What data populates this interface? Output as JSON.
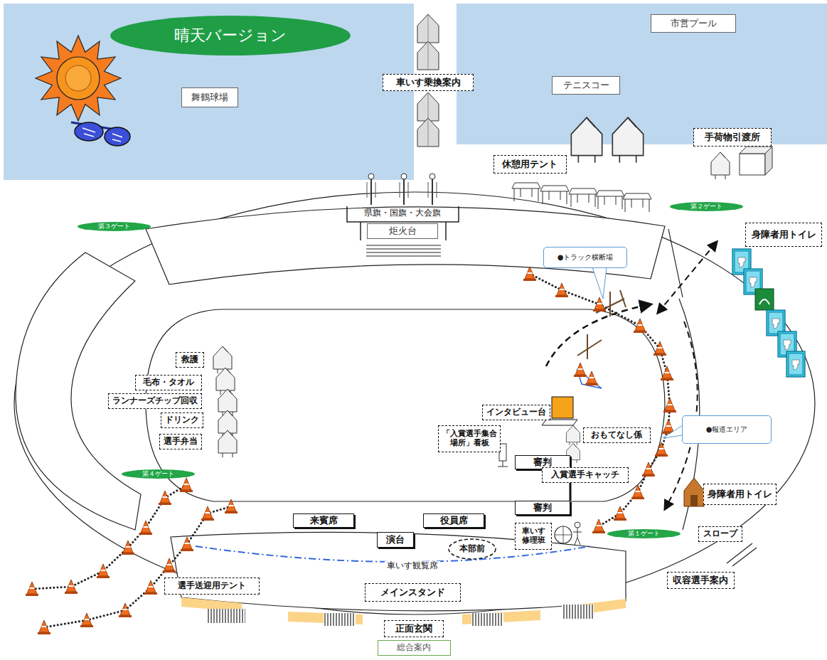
{
  "diagram": {
    "nodes": [
      {
        "text": [
          "晴天バージョン"
        ]
      },
      {
        "text": [
          "市営プール"
        ]
      },
      {
        "text": [
          "車いす乗換案内"
        ]
      },
      {
        "text": [
          "テニスコー"
        ]
      },
      {
        "text": [
          "舞鶴球場"
        ]
      },
      {
        "text": [
          "手荷物引渡所"
        ]
      },
      {
        "text": [
          "休憩用テント"
        ]
      },
      {
        "text": [
          "第２ゲート"
        ]
      },
      {
        "text": [
          "炬火台"
        ]
      },
      {
        "text": [
          "第３ゲート"
        ]
      },
      {
        "text": [
          "身障者用トイレ"
        ]
      },
      {
        "text": [
          "●トラック横断場"
        ]
      },
      {
        "text": [
          "救護"
        ]
      },
      {
        "text": [
          "毛布・タオル"
        ]
      },
      {
        "text": [
          "ランナーズチップ回収"
        ]
      },
      {
        "text": [
          "インタビュー台"
        ]
      },
      {
        "text": [
          "ドリンク"
        ]
      },
      {
        "text": [
          "●報道エリア"
        ]
      },
      {
        "text": [
          "「入賞選手集合 場所」看板"
        ]
      },
      {
        "text": [
          "おもてなし係"
        ]
      },
      {
        "text": [
          "選手弁当"
        ]
      },
      {
        "text": [
          "審判"
        ]
      },
      {
        "text": [
          "入賞選手キャッチ"
        ]
      },
      {
        "text": [
          "第４ゲート"
        ]
      },
      {
        "text": [
          "身障者用トイレ"
        ]
      },
      {
        "text": [
          "審判"
        ]
      },
      {
        "text": [
          "来賓席"
        ]
      },
      {
        "text": [
          "役員席"
        ]
      },
      {
        "text": [
          "スロープ"
        ]
      },
      {
        "text": [
          "第１ゲート"
        ]
      },
      {
        "text": [
          "車いす 修理班"
        ]
      },
      {
        "text": [
          "演台"
        ]
      },
      {
        "text": [
          "本部前"
        ]
      },
      {
        "text": [
          "収容選手案内"
        ]
      },
      {
        "text": [
          "選手送迎用テント"
        ]
      },
      {
        "text": [
          "メインスタンド"
        ]
      },
      {
        "text": [
          "正面玄関"
        ]
      },
      {
        "text": [
          "総合案内"
        ]
      }
    ],
    "labels": [
      "県旗・国旗・大会旗",
      "車いす観覧席"
    ]
  }
}
